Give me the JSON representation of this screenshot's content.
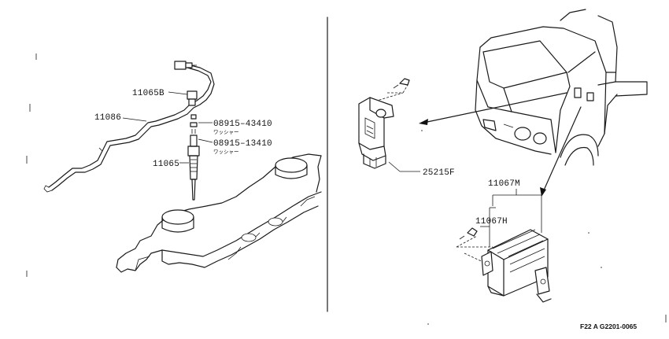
{
  "left_panel": {
    "labels": {
      "p11065B": "11065B",
      "p11086": "11086",
      "p08915_43410": "08915–43410",
      "washer_a": "ワッシャー",
      "p08915_13410": "08915–13410",
      "washer_b": "ワッシャー",
      "p11065": "11065"
    }
  },
  "right_panel": {
    "labels": {
      "p25215F": "25215F",
      "p11067M": "11067M",
      "p11067H": "11067H"
    }
  },
  "footer": {
    "figure_code": "F22 A G2201-0065"
  }
}
